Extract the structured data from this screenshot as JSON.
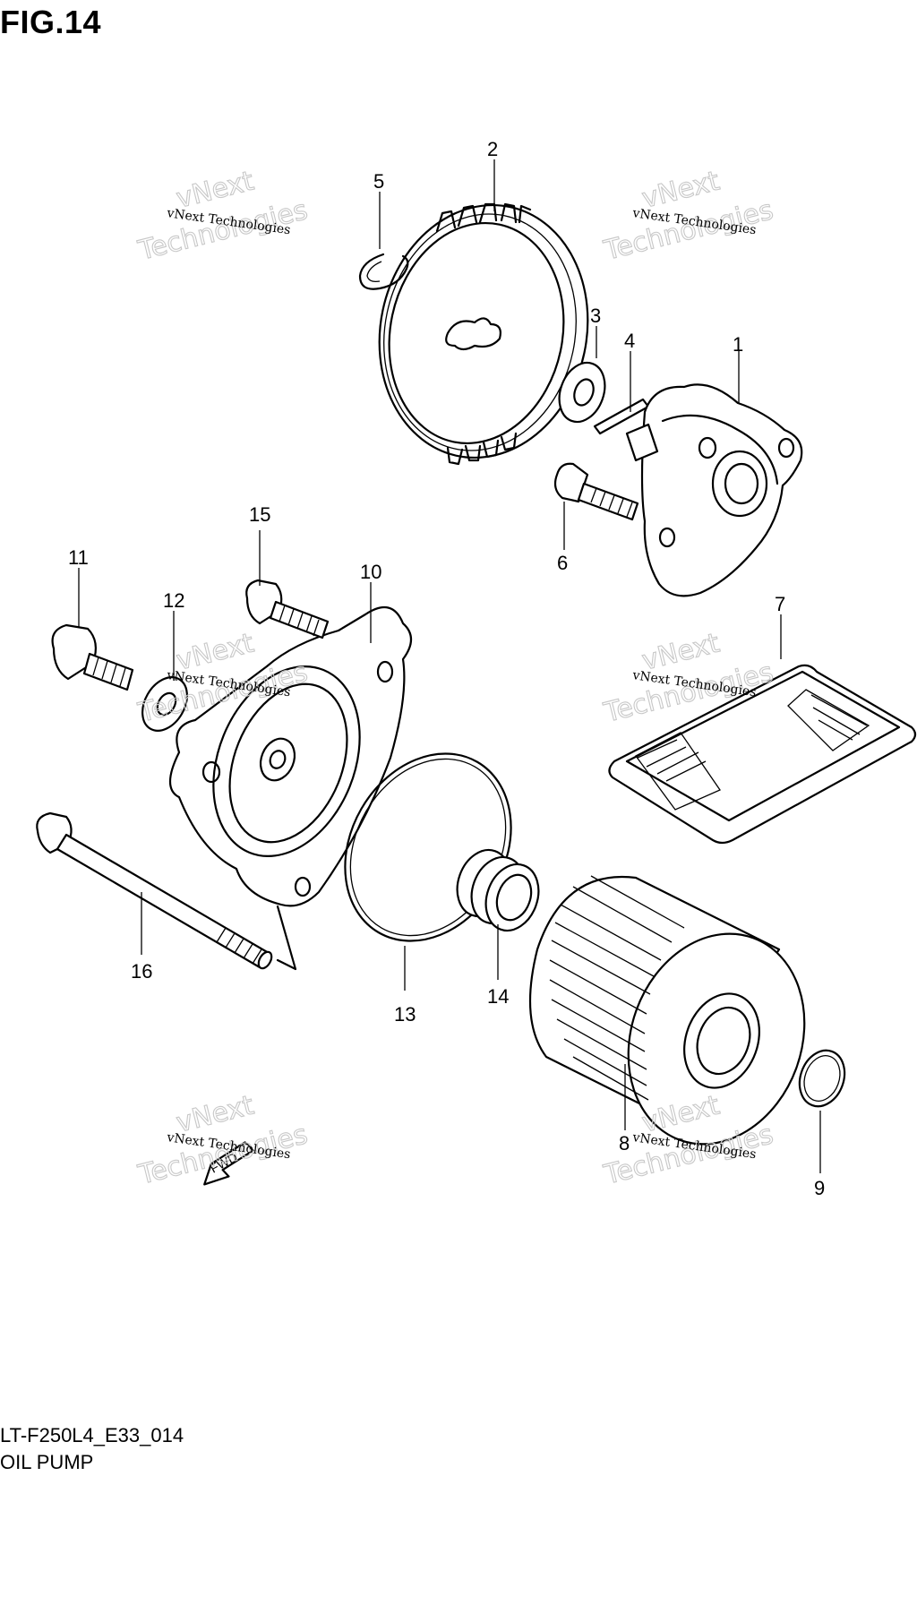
{
  "figure_title": "FIG.14",
  "callouts": [
    "1",
    "2",
    "3",
    "4",
    "5",
    "6",
    "7",
    "8",
    "9",
    "10",
    "11",
    "12",
    "13",
    "14",
    "15",
    "16"
  ],
  "watermark": {
    "line1": "vNext Technologies",
    "line2": "vNext",
    "line3": "Technologies"
  },
  "footer": {
    "model_code": "LT-F250L4_E33_014",
    "section": "OIL PUMP"
  },
  "fwd_label": "FWD"
}
